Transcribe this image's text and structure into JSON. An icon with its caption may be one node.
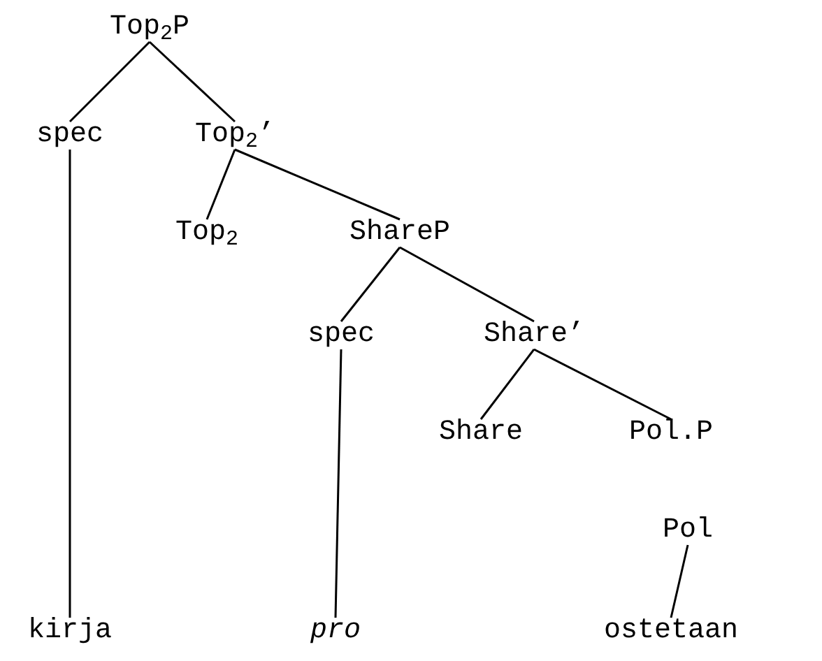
{
  "diagram": {
    "nodes": [
      {
        "text": [
          "Top$_{2}$P"
        ]
      },
      {
        "text": [
          "spec"
        ]
      },
      {
        "text": [
          "Top$_{2}$’"
        ]
      },
      {
        "text": [
          "Top$_{2}$"
        ]
      },
      {
        "text": [
          "ShareP"
        ]
      },
      {
        "text": [
          "spec"
        ]
      },
      {
        "text": [
          "Share’"
        ]
      },
      {
        "text": [
          "Share"
        ]
      },
      {
        "text": [
          "Pol.P"
        ]
      },
      {
        "text": [
          "Pol"
        ]
      },
      {
        "text": [
          "kirja"
        ]
      },
      {
        "text": [
          "pro"
        ]
      },
      {
        "text": [
          "ostetaan"
        ]
      }
    ],
    "edges": [
      {
        "from": 0,
        "to": 1,
        "arrow": "none"
      },
      {
        "from": 0,
        "to": 2,
        "arrow": "none"
      },
      {
        "from": 2,
        "to": 3,
        "arrow": "none"
      },
      {
        "from": 2,
        "to": 4,
        "arrow": "none"
      },
      {
        "from": 4,
        "to": 5,
        "arrow": "none"
      },
      {
        "from": 4,
        "to": 6,
        "arrow": "none"
      },
      {
        "from": 6,
        "to": 7,
        "arrow": "none"
      },
      {
        "from": 6,
        "to": 8,
        "arrow": "none"
      },
      {
        "from": 1,
        "to": 10,
        "arrow": "none"
      },
      {
        "from": 5,
        "to": 11,
        "arrow": "none"
      },
      {
        "from": 9,
        "to": 12,
        "arrow": "none"
      }
    ]
  }
}
